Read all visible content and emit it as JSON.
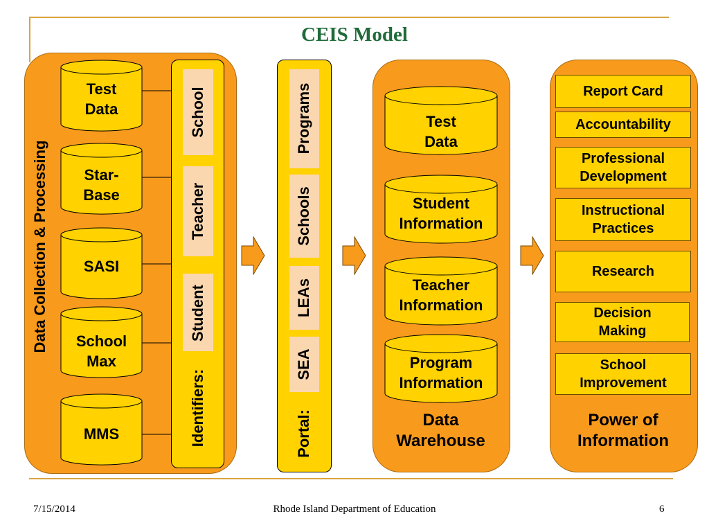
{
  "title": "CEIS Model",
  "collection": {
    "label": "Data Collection & Processing",
    "sources": [
      "Test Data",
      "Star-Base",
      "SASI",
      "School Max",
      "MMS"
    ],
    "identifiers_label": "Identifiers:",
    "identifiers": [
      "Student",
      "Teacher",
      "School"
    ]
  },
  "portal": {
    "label": "Portal:",
    "items": [
      "SEA",
      "LEAs",
      "Schools",
      "Programs"
    ]
  },
  "warehouse": {
    "label": "Data Warehouse",
    "stores": [
      "Test Data",
      "Student Information",
      "Teacher Information",
      "Program Information"
    ]
  },
  "power": {
    "label": "Power of Information",
    "items": [
      "Report Card",
      "Accountability",
      "Professional Development",
      "Instructional Practices",
      "Research",
      "Decision Making",
      "School Improvement"
    ]
  },
  "footer": {
    "date": "7/15/2014",
    "org": "Rhode Island Department of Education",
    "page": "6"
  },
  "colors": {
    "panel": "#f89a1c",
    "cylinder": "#ffd200",
    "pill": "#fbd7b0",
    "title": "#1f6b3a"
  }
}
